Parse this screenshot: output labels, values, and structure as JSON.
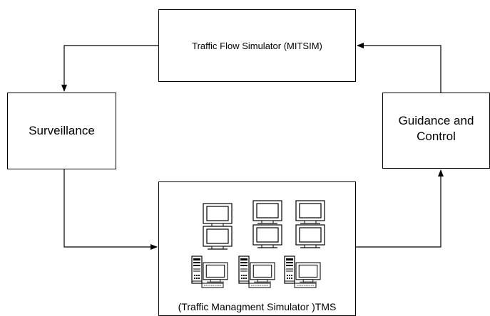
{
  "boxes": {
    "mitsim": {
      "label": "Traffic Flow Simulator (MITSIM)"
    },
    "surveillance": {
      "label": "Surveillance"
    },
    "guidance": {
      "line1": "Guidance and",
      "line2": "Control"
    },
    "tms": {
      "label": "(Traffic Managment Simulator )TMS"
    }
  },
  "tms_contents": {
    "monitors": 6,
    "workstations": 3
  },
  "colors": {
    "line": "#000000",
    "background": "#ffffff"
  }
}
